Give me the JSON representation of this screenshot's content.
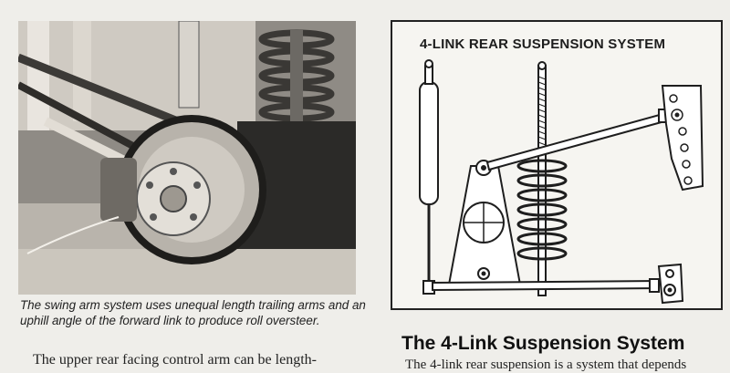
{
  "photo": {
    "caption": "The swing arm system uses unequal length trailing arms and an uphill angle of the forward link to produce roll oversteer."
  },
  "body_left": {
    "text_fragment": "The upper rear facing control arm can be length-"
  },
  "figure": {
    "title": "4-LINK REAR SUSPENSION SYSTEM"
  },
  "section": {
    "heading": "The 4-Link Suspension System",
    "text_fragment": "The 4-link rear suspension is a system that depends"
  }
}
